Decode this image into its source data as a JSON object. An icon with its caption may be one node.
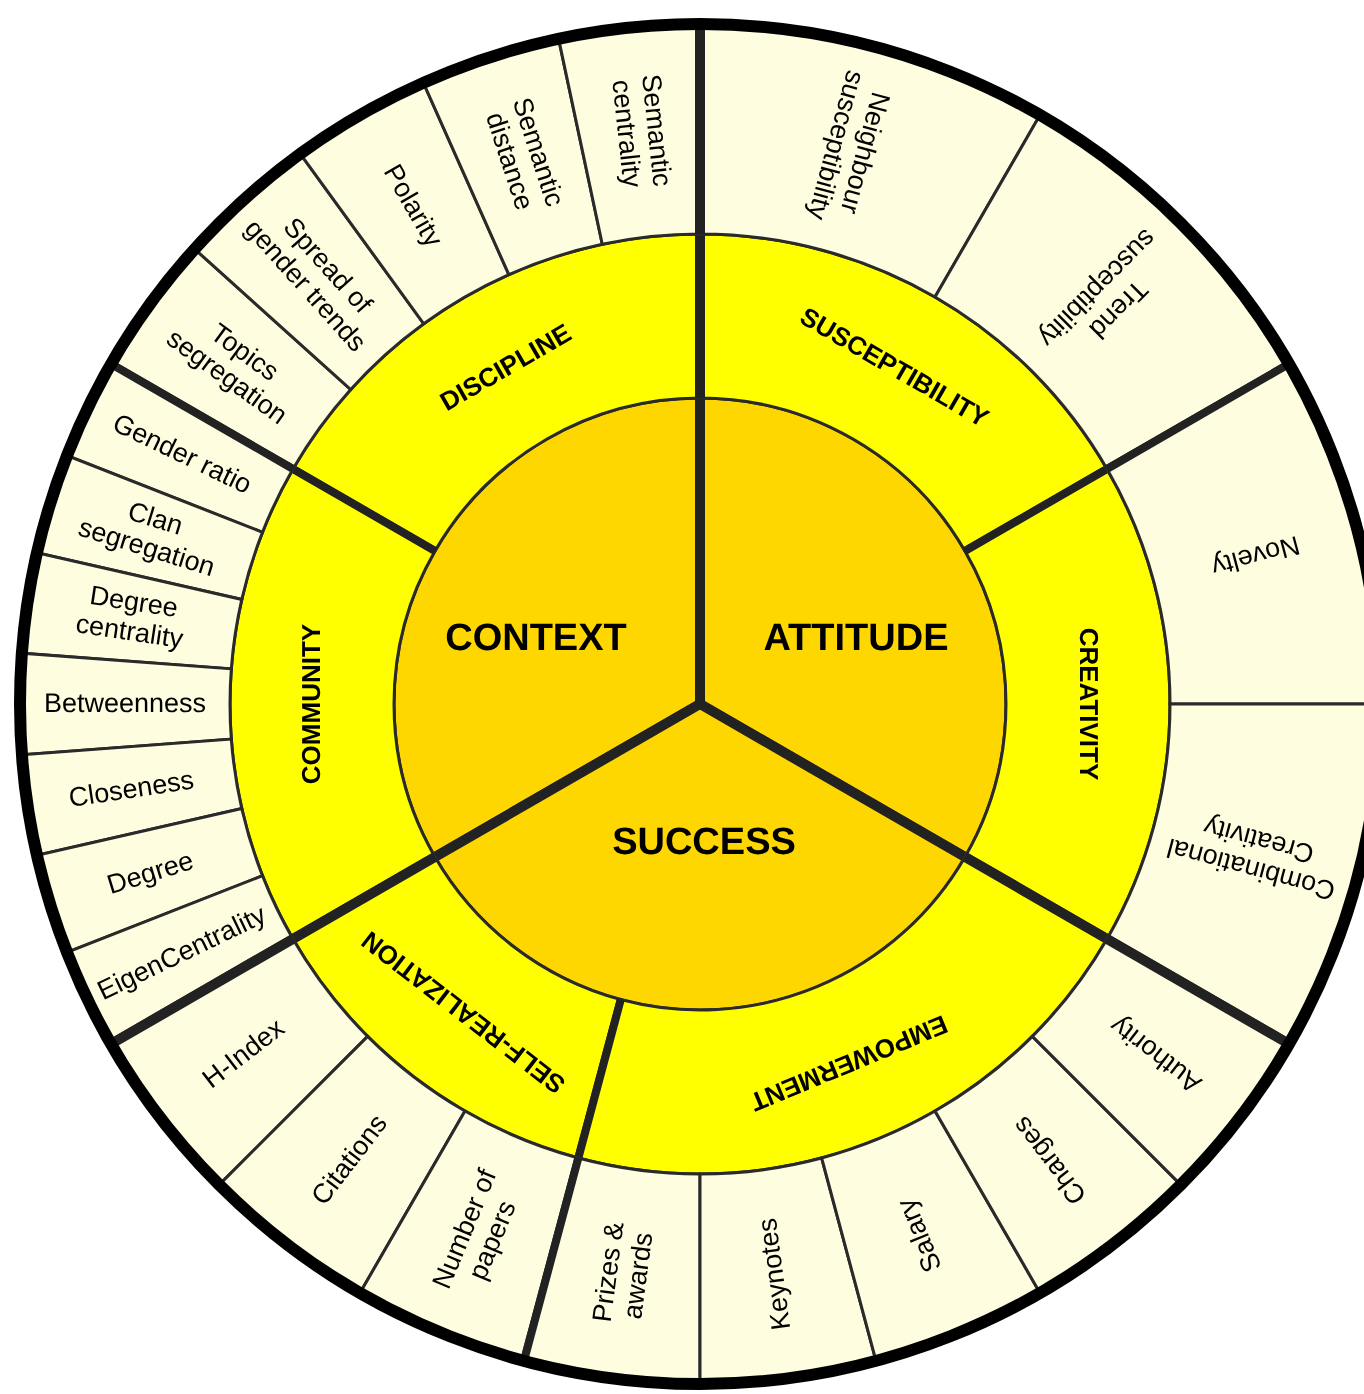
{
  "diagram": {
    "nodes": [
      {
        "text": [
          "CONTEXT"
        ]
      },
      {
        "text": [
          "ATTITUDE"
        ]
      },
      {
        "text": [
          "SUCCESS"
        ]
      },
      {
        "text": [
          "DISCIPLINE"
        ]
      },
      {
        "text": [
          "COMMUNITY"
        ]
      },
      {
        "text": [
          "SUSCEPTIBILITY"
        ]
      },
      {
        "text": [
          "CREATIVITY"
        ]
      },
      {
        "text": [
          "SELF-REALIZATION"
        ]
      },
      {
        "text": [
          "EMPOWERMENT"
        ]
      },
      {
        "text": [
          "Topics segregation"
        ]
      },
      {
        "text": [
          "Spread of gender trends"
        ]
      },
      {
        "text": [
          "Polarity"
        ]
      },
      {
        "text": [
          "Semantic distance"
        ]
      },
      {
        "text": [
          "Semantic centrality"
        ]
      },
      {
        "text": [
          "Gender ratio"
        ]
      },
      {
        "text": [
          "Clan segregation"
        ]
      },
      {
        "text": [
          "Degree centrality"
        ]
      },
      {
        "text": [
          "Betweenness"
        ]
      },
      {
        "text": [
          "Closeness"
        ]
      },
      {
        "text": [
          "Degree"
        ]
      },
      {
        "text": [
          "EigenCentrality"
        ]
      },
      {
        "text": [
          "Neighbour susceptibility"
        ]
      },
      {
        "text": [
          "Trend susceptibility"
        ]
      },
      {
        "text": [
          "Novelty"
        ]
      },
      {
        "text": [
          "Combinational Creativity"
        ]
      },
      {
        "text": [
          "H-Index"
        ]
      },
      {
        "text": [
          "Citations"
        ]
      },
      {
        "text": [
          "Number of papers"
        ]
      },
      {
        "text": [
          "Prizes & awards"
        ]
      },
      {
        "text": [
          "Keynotes"
        ]
      },
      {
        "text": [
          "Salary"
        ]
      },
      {
        "text": [
          "Charges"
        ]
      },
      {
        "text": [
          "Authority"
        ]
      }
    ]
  }
}
